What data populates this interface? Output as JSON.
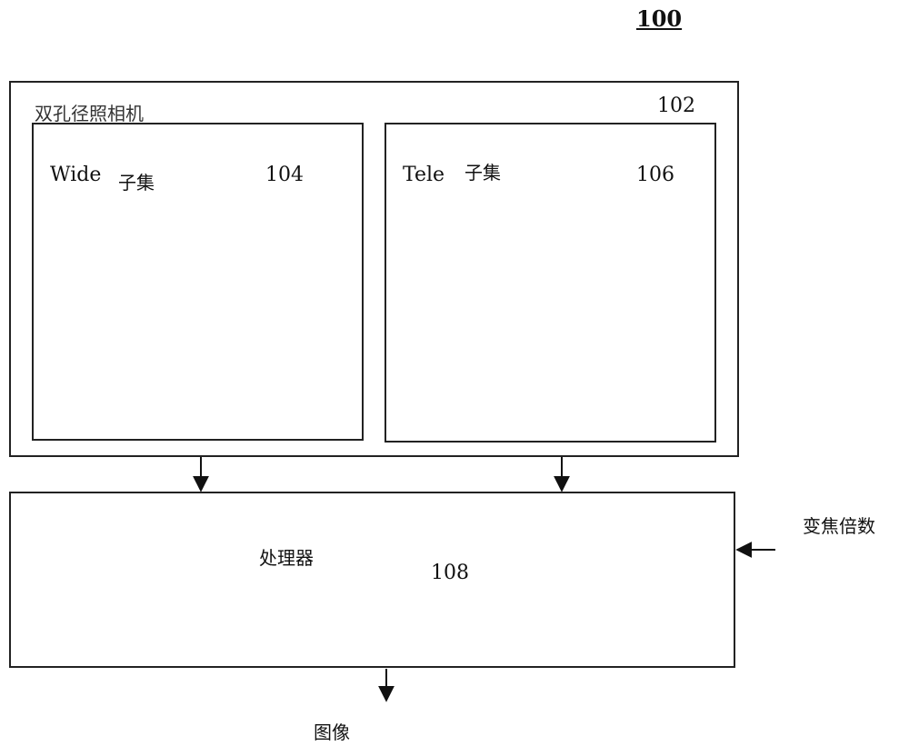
{
  "figure_number": "100",
  "camera": {
    "title": "双孔径照相机",
    "ref": "102"
  },
  "wide_subset": {
    "name": "Wide",
    "suffix": "子集",
    "ref": "104"
  },
  "tele_subset": {
    "name": "Tele",
    "suffix": "子集",
    "ref": "106"
  },
  "processor": {
    "label": "处理器",
    "ref": "108"
  },
  "zoom_input": {
    "label": "变焦倍数"
  },
  "output": {
    "label": "图像"
  }
}
